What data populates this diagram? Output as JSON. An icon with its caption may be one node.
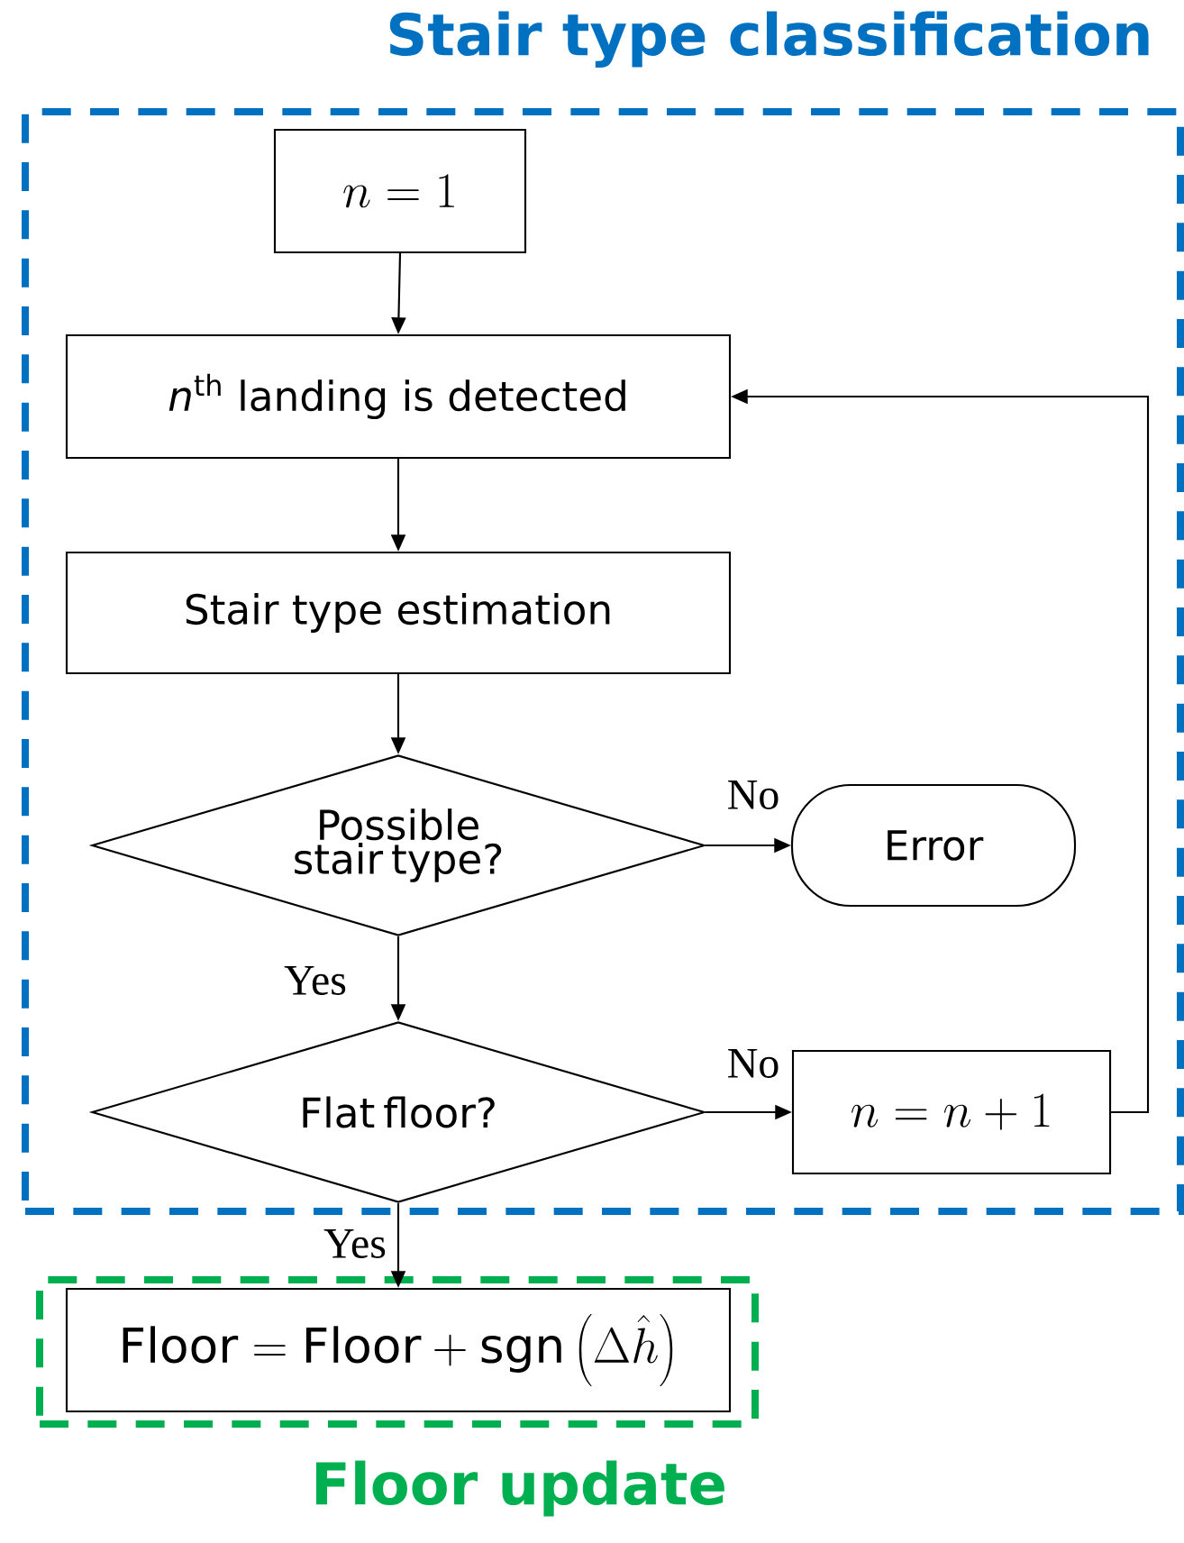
{
  "diagram": {
    "nodes": [
      {
        "text": [
          "Stair type classification"
        ]
      },
      {
        "text": [
          "n = 1"
        ],
        "in": 0
      },
      {
        "text": [
          "*n*$^{th}$ landing is detected"
        ],
        "in": 0
      },
      {
        "text": [
          "Stair type estimation"
        ],
        "in": 0
      },
      {
        "text": [
          "Possible stair type?"
        ],
        "in": 0
      },
      {
        "text": [
          "Error"
        ],
        "in": 0
      },
      {
        "text": [
          "Flat floor?"
        ],
        "in": 0
      },
      {
        "text": [
          "n = n + 1"
        ],
        "in": 0
      },
      {
        "text": [
          "Floor update"
        ]
      },
      {
        "text": [
          "\\mathrm{Floor} = \\mathrm{Floor} + \\mathrm{sgn}\\left(\\Delta\\hat{h}\\right)"
        ],
        "in": 8
      }
    ],
    "edges": [
      {
        "from": 1,
        "to": 2,
        "arrow": "to"
      },
      {
        "from": 2,
        "to": 3,
        "arrow": "to"
      },
      {
        "from": 3,
        "to": 4,
        "arrow": "to"
      },
      {
        "from": 4,
        "to": 5,
        "arrow": "to",
        "label": "No"
      },
      {
        "from": 4,
        "to": 6,
        "arrow": "to",
        "label": "Yes"
      },
      {
        "from": 6,
        "to": 7,
        "arrow": "to",
        "label": "No"
      },
      {
        "from": 7,
        "to": 2,
        "arrow": "to"
      },
      {
        "from": 6,
        "to": 9,
        "arrow": "to",
        "label": "Yes"
      }
    ]
  }
}
